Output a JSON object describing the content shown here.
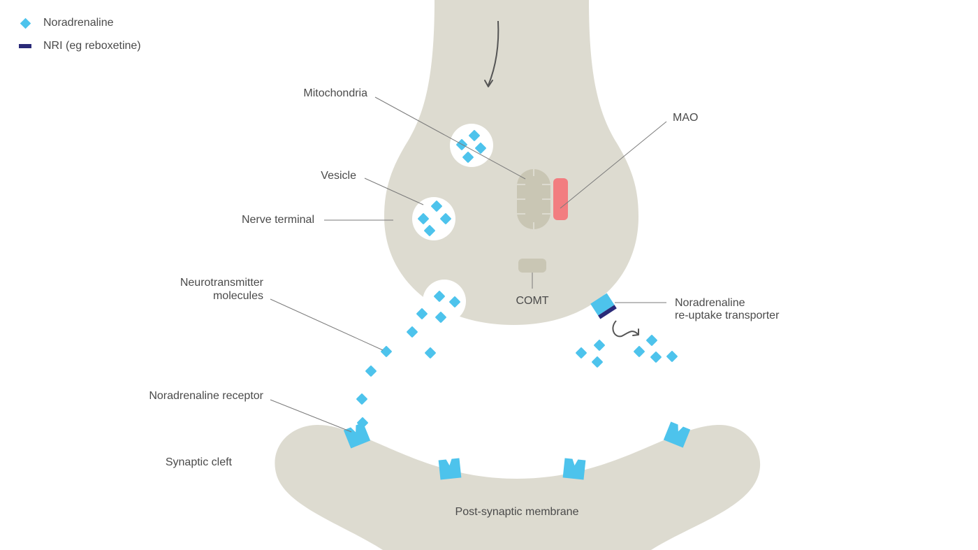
{
  "legend": [
    {
      "label": "Noradrenaline",
      "swatch": "diamond",
      "color": "#4dc3ec"
    },
    {
      "label": "NRI (eg reboxetine)",
      "swatch": "bar",
      "color": "#2a2a78"
    }
  ],
  "labels": {
    "mitochondria": "Mitochondria",
    "mao": "MAO",
    "vesicle": "Vesicle",
    "nerve_terminal": "Nerve terminal",
    "comt": "COMT",
    "neurotransmitter_line1": "Neurotransmitter",
    "neurotransmitter_line2": "molecules",
    "transporter_line1": "Noradrenaline",
    "transporter_line2": "re-uptake transporter",
    "receptor": "Noradrenaline receptor",
    "synaptic_cleft": "Synaptic cleft",
    "post_synaptic": "Post-synaptic membrane"
  },
  "colors": {
    "membrane": "#dddbd0",
    "mitochondria": "#c9c6b4",
    "mao": "#f27d80",
    "noradrenaline": "#4dc3ec",
    "nri": "#2a2a78",
    "vesicle": "#ffffff"
  }
}
